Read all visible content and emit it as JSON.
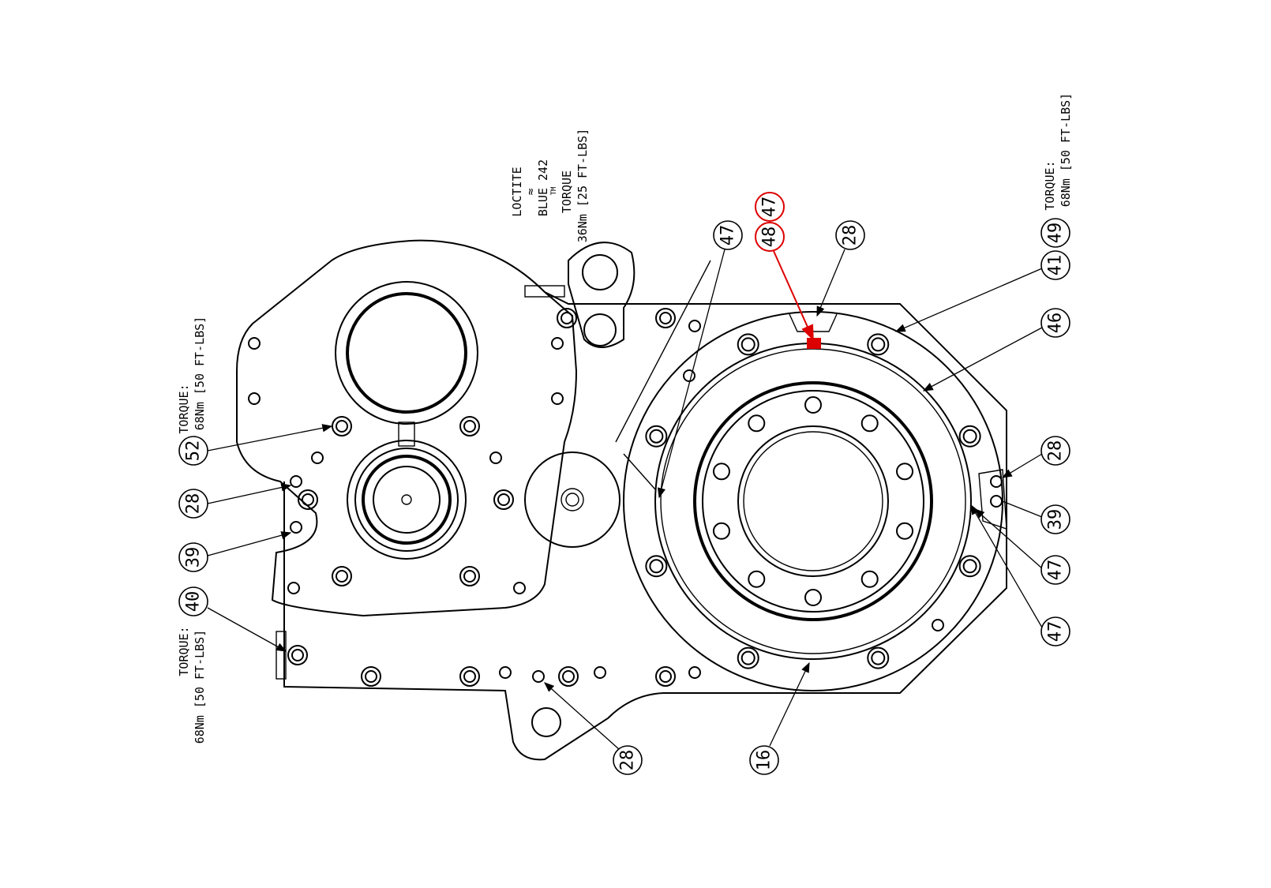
{
  "notes": {
    "loctite": {
      "line1": "LOCTITE",
      "line2": "≈",
      "line3": "BLUE 242",
      "line4": "TM",
      "line5": "TORQUE",
      "line6": "36Nm [25 FT-LBS]"
    },
    "torque_top_right": {
      "line1": "TORQUE:",
      "line2": "68Nm [50 FT-LBS]"
    },
    "torque_left": {
      "line1": "TORQUE:",
      "line2": "68Nm [50 FT-LBS]"
    },
    "torque_bottom_left": {
      "line1": "TORQUE:",
      "line2": "68Nm [50 FT-LBS]"
    }
  },
  "balloons": {
    "red_47": "47",
    "red_48": "48",
    "top_47": "47",
    "top_28": "28",
    "right_49": "49",
    "right_41": "41",
    "right_46": "46",
    "right_28": "28",
    "right_39": "39",
    "right_47a": "47",
    "right_47b": "47",
    "bottom_16": "16",
    "bottom_28": "28",
    "left_52": "52",
    "left_28": "28",
    "left_39": "39",
    "left_40": "40"
  },
  "colors": {
    "highlight": "#dd0000",
    "line": "#000000"
  }
}
